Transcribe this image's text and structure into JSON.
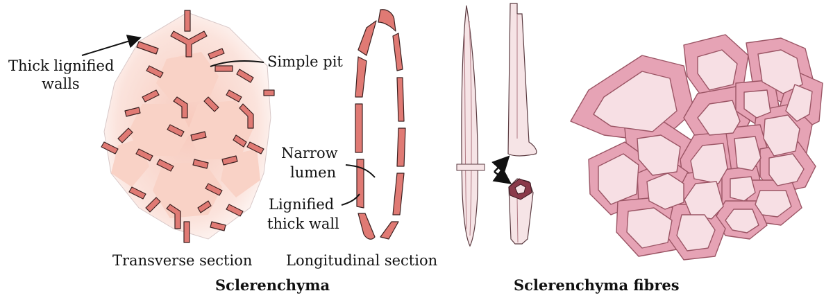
{
  "labels": {
    "thick_lignified_walls_1": "Thick lignified",
    "thick_lignified_walls_2": "walls",
    "simple_pit": "Simple pit",
    "narrow_lumen_1": "Narrow",
    "narrow_lumen_2": "lumen",
    "lignified_thick_wall_1": "Lignified",
    "lignified_thick_wall_2": "thick wall"
  },
  "captions": {
    "transverse": "Transverse section",
    "longitudinal": "Longitudinal section"
  },
  "titles": {
    "left": "Sclerenchyma",
    "right": "Sclerenchyma fibres"
  },
  "colors": {
    "wall_fill": "#e07a74",
    "wall_stroke": "#3a2020",
    "tissue_bg": "#fbe3dc",
    "cell_inner": "#f9d2c6",
    "fibre_fill": "#f6e4e6",
    "fibre_wall_dark": "#8a3a4a",
    "mosaic_wall": "#e6a3b5",
    "mosaic_lumen": "#f7dfe4",
    "mosaic_stroke": "#9b5565"
  }
}
